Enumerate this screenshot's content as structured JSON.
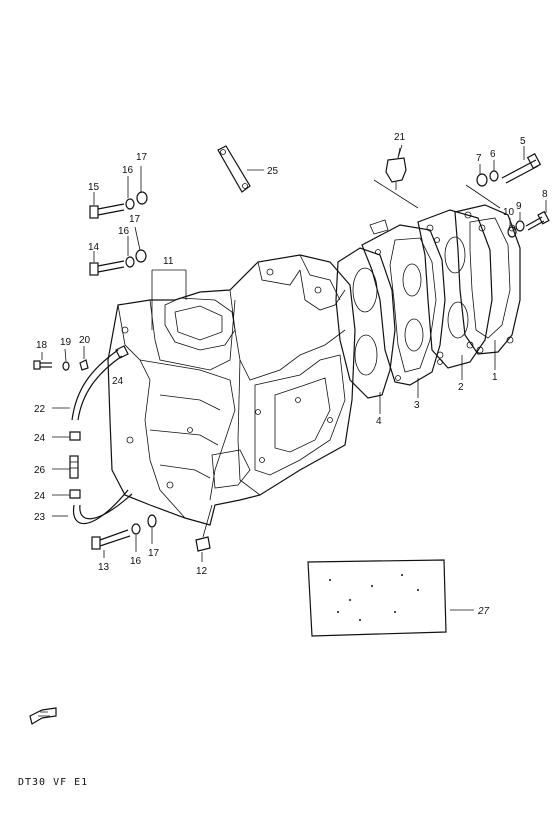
{
  "diagram": {
    "model_code": "DT30 VF E1",
    "callouts": [
      "1",
      "2",
      "3",
      "4",
      "5",
      "6",
      "7",
      "8",
      "9",
      "10",
      "11",
      "12",
      "13",
      "14",
      "15",
      "16",
      "16",
      "16",
      "17",
      "17",
      "17",
      "18",
      "19",
      "20",
      "21",
      "22",
      "23",
      "24",
      "24",
      "24",
      "25",
      "26"
    ],
    "reference_label": "27",
    "colors": {
      "ink": "#111111",
      "paper": "#ffffff"
    }
  }
}
